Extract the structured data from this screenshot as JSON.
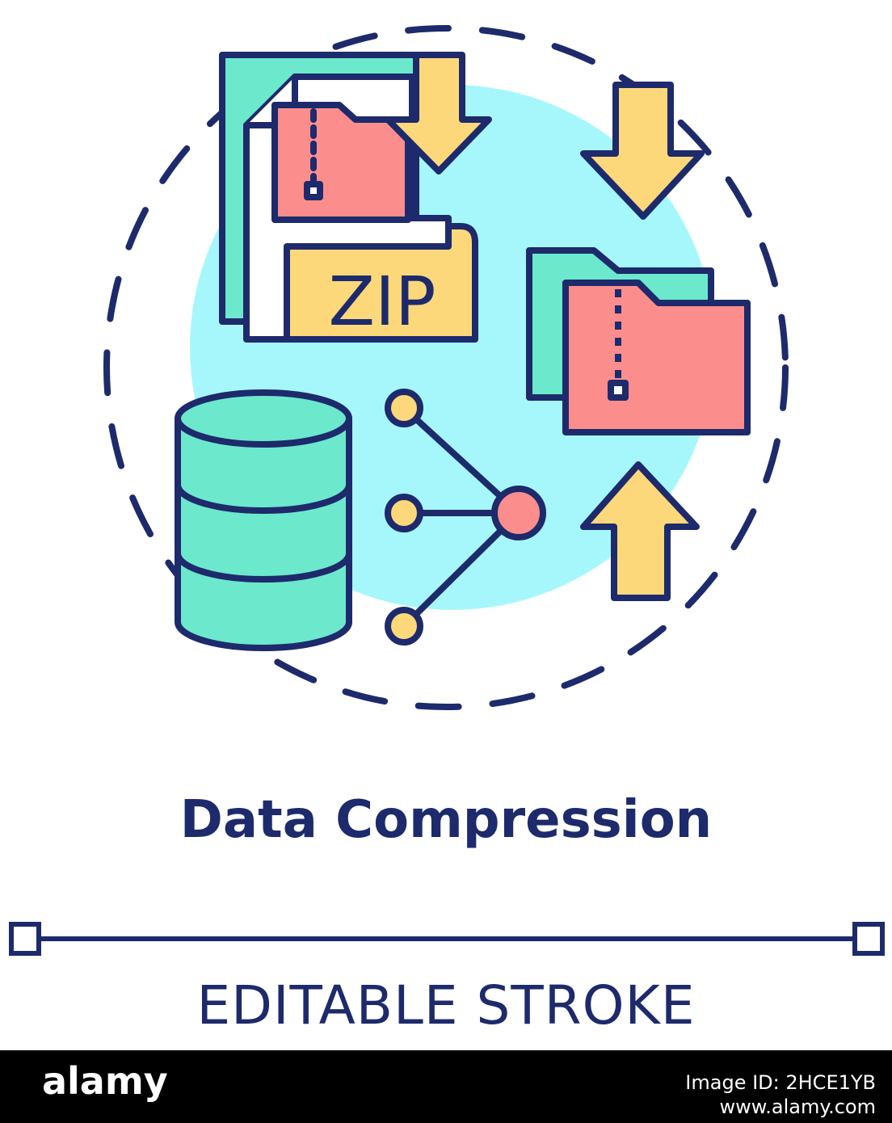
{
  "colors": {
    "outline": "#1d2a6b",
    "cyan_bg": "#a6f7fb",
    "mint": "#6ce8cc",
    "salmon": "#fb8e8c",
    "yellow": "#fdd87a",
    "white": "#ffffff"
  },
  "icons": {
    "zip_file": "zip-file-icon",
    "folder": "zipped-folder-icon",
    "database": "database-icon",
    "network": "connection-nodes-icon",
    "arrow_down": "arrow-down-icon",
    "arrow_up": "arrow-up-icon"
  },
  "zip_label": "ZIP",
  "title": "Data Compression",
  "caption": "EDITABLE STROKE",
  "footer": {
    "logo": "alamy",
    "stock_id": "Image ID: 2HCE1YB",
    "url": "www.alamy.com"
  }
}
